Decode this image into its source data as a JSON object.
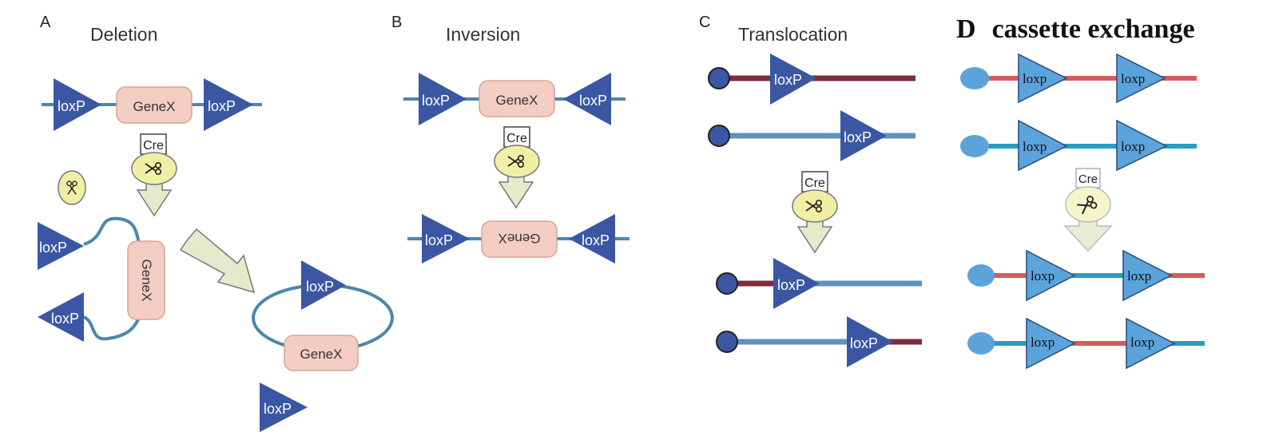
{
  "panels": {
    "a": {
      "letter": "A",
      "title": "Deletion"
    },
    "b": {
      "letter": "B",
      "title": "Inversion"
    },
    "c": {
      "letter": "C",
      "title": "Translocation"
    },
    "d": {
      "letter": "D",
      "title": "cassette exchange"
    }
  },
  "labels": {
    "loxp_upper": "loxP",
    "loxp_lower": "loxp",
    "gene": "GeneX",
    "cre": "Cre"
  },
  "colors": {
    "loxp_dark": "#3b57a3",
    "loxp_light": "#5ba3db",
    "dna_blue": "#4d86ad",
    "dna_darkred": "#7d2d3c",
    "dna_red": "#d65c5c",
    "dna_cyan": "#2a9cc0",
    "gene_fill": "#f4cdc2",
    "cre_fill": "#f1efa6",
    "arrow_fill": "#e3ebcc"
  }
}
